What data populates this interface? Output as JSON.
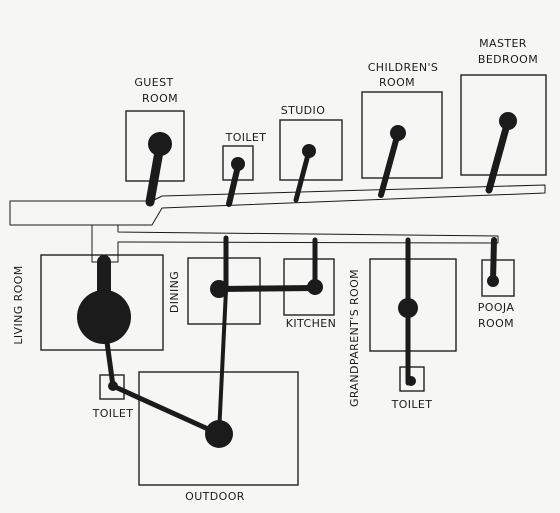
{
  "labels": {
    "guest_room_1": "GUEST",
    "guest_room_2": "ROOM",
    "toilet_top": "TOILET",
    "studio": "STUDIO",
    "childrens_room_1": "CHILDREN'S",
    "childrens_room_2": "ROOM",
    "master_bedroom_1": "MASTER",
    "master_bedroom_2": "BEDROOM",
    "living_room": "LIVING ROOM",
    "dining": "DINING",
    "kitchen": "KITCHEN",
    "grandparents_room": "GRANDPARENT'S ROOM",
    "pooja_room_1": "POOJA",
    "pooja_room_2": "ROOM",
    "toilet_left": "TOILET",
    "toilet_right": "TOILET",
    "outdoor": "OUTDOOR"
  }
}
